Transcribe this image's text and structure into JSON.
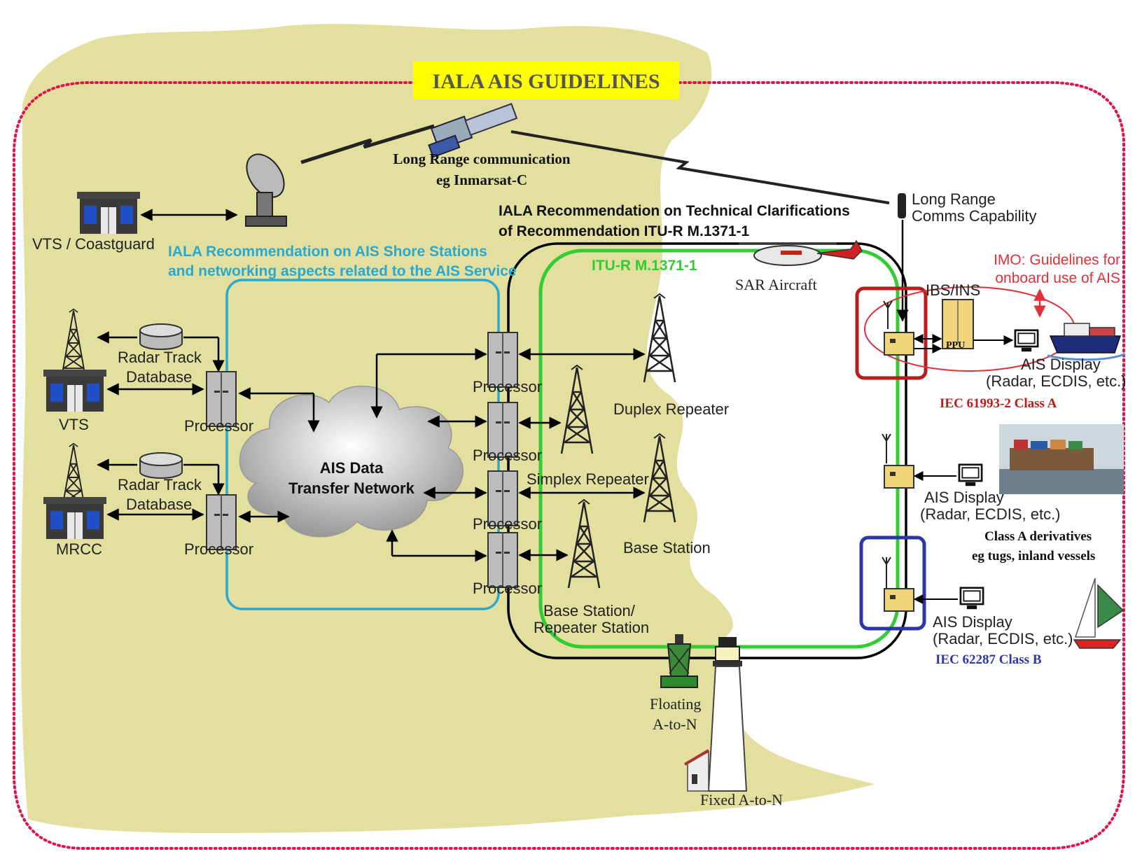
{
  "title": "IALA AIS GUIDELINES",
  "colors": {
    "land": "#e3df9f",
    "boundary": "#e0144a",
    "title_bg": "#ffff00",
    "shore_network": "#2aa8cf",
    "itu_standard": "#33cc33",
    "vessel_network": "#000000",
    "imo": "#e0303a",
    "class_a": "#b81c1c",
    "class_b": "#2e35a8"
  },
  "icons": [
    "satellite-icon",
    "dish-antenna-icon",
    "building-icon",
    "tower-icon",
    "database-icon",
    "processor-icon",
    "cloud-icon",
    "helicopter-icon",
    "transponder-icon",
    "monitor-icon",
    "ship-icon",
    "buoy-icon",
    "lighthouse-icon",
    "sailboat-icon"
  ],
  "labels": {
    "long_range_comm_1": "Long Range communication",
    "long_range_comm_2": "eg Inmarsat-C",
    "long_range_cap_1": "Long Range",
    "long_range_cap_2": "Comms Capability",
    "tech_rec_1": "IALA Recommendation on Technical Clarifications",
    "tech_rec_2": "of Recommendation ITU-R M.1371-1",
    "shore_rec_1": "IALA Recommendation on AIS Shore Stations",
    "shore_rec_2": "and networking aspects related to the AIS Service",
    "itu": "ITU-R M.1371-1",
    "sar": "SAR Aircraft",
    "vts_coastguard": "VTS / Coastguard",
    "radar_track": "Radar Track",
    "database": "Database",
    "vts": "VTS",
    "mrcc": "MRCC",
    "processor": "Processor",
    "ais_network_1": "AIS Data",
    "ais_network_2": "Transfer Network",
    "duplex": "Duplex Repeater",
    "simplex": "Simplex Repeater",
    "base_station": "Base Station",
    "base_repeater_1": "Base Station/",
    "base_repeater_2": "Repeater Station",
    "ibs": "IBS/INS",
    "ppu": "PPU",
    "imo_1": "IMO: Guidelines for",
    "imo_2": "onboard use of AIS",
    "ais_display": "AIS Display",
    "ais_display_sub": "(Radar, ECDIS, etc.)",
    "class_a": "IEC 61993-2 Class A",
    "class_a_deriv_1": "Class A derivatives",
    "class_a_deriv_2": "eg tugs, inland vessels",
    "class_b": "IEC 62287 Class B",
    "floating_1": "Floating",
    "floating_2": "A-to-N",
    "fixed": "Fixed A-to-N"
  }
}
